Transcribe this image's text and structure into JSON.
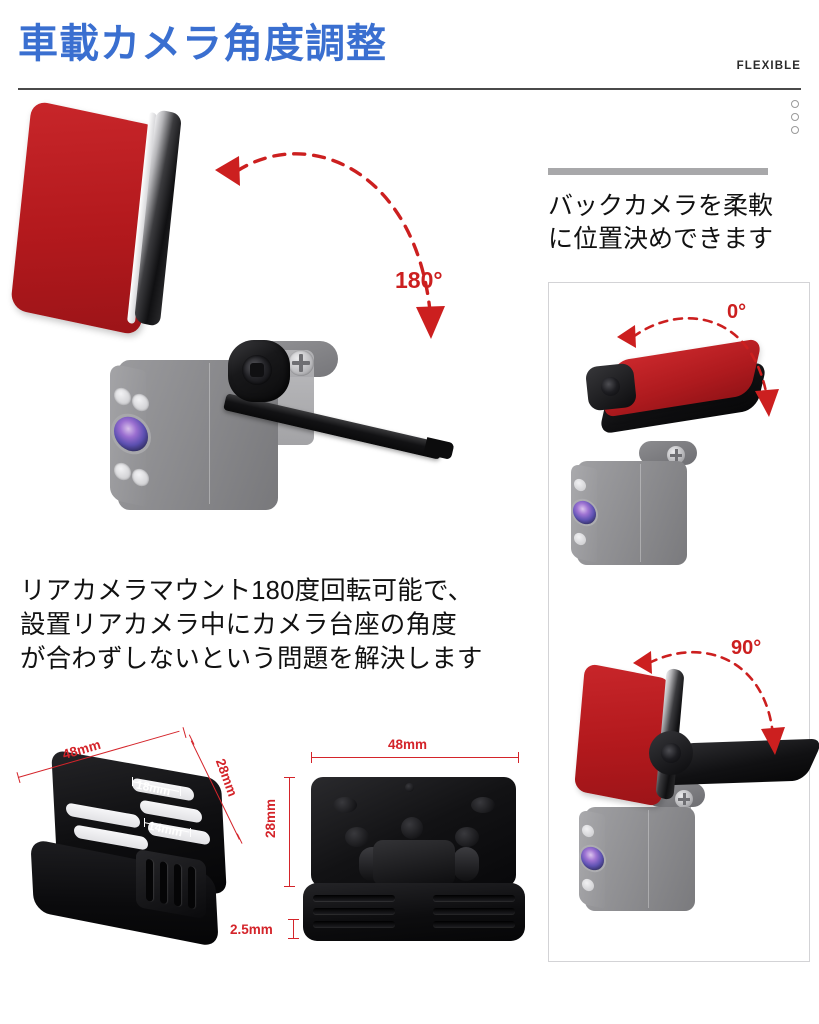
{
  "header": {
    "title": "車載カメラ角度調整",
    "tag": "FLEXIBLE",
    "title_color": "#3a6fd0",
    "rule_color": "#4a4a4a",
    "dot_count": 3
  },
  "hero": {
    "angle_label": "180°",
    "angle_color": "#cc1f1f",
    "plate_color": "#b3191d",
    "camera_body_color": "#8b8b8e",
    "arm_color": "#101012"
  },
  "body_copy": {
    "line1": "リアカメラマウント180度回転可能で、",
    "line2": "設置リアカメラ中にカメラ台座の角度",
    "line3": "が合わずしないという問題を解決します"
  },
  "dimensions": {
    "label_color": "#d4242a",
    "left_figure": {
      "name": "angled-mount-bracket",
      "width_label": "48mm",
      "height_label": "28mm",
      "inner_slot_label": "18mm",
      "inner_slot_label_2": "14mm"
    },
    "right_figure": {
      "name": "front-view-mount",
      "width_label": "48mm",
      "height_label": "28mm",
      "thickness_label": "2.5mm"
    }
  },
  "right_column": {
    "accent_color": "#a8a8aa",
    "heading_line1": "バックカメラを柔軟",
    "heading_line2": "に位置決めできます",
    "panel_border_color": "#d3d3d6",
    "cells": [
      {
        "name": "tilt-zero-degrees",
        "angle_label": "0°"
      },
      {
        "name": "tilt-ninety-degrees",
        "angle_label": "90°"
      }
    ]
  }
}
